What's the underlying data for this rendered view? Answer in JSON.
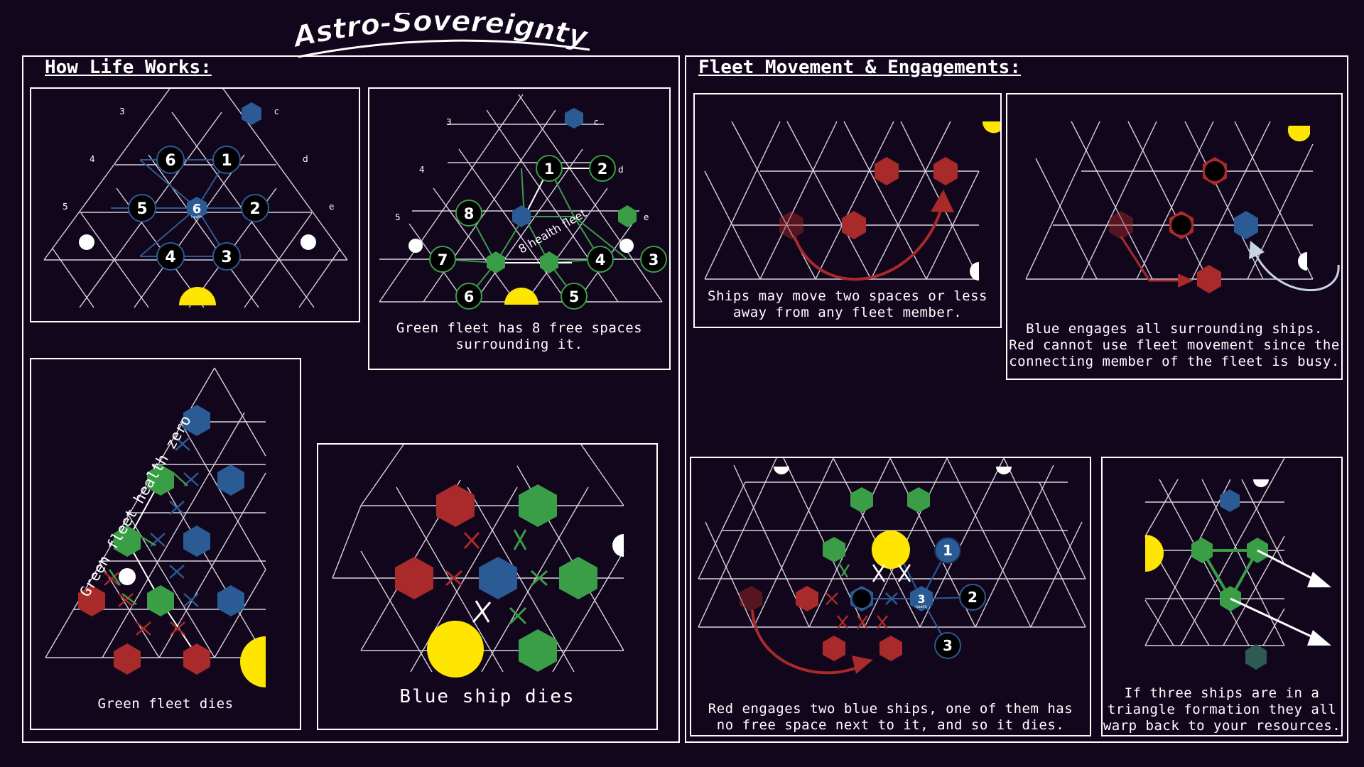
{
  "title": "Astro-Sovereignty",
  "left_section": {
    "title": "How Life Works:",
    "panel1": {
      "corner_labels": [
        "3",
        "4",
        "5",
        "c",
        "d",
        "e"
      ],
      "nodes": [
        "6",
        "1",
        "5",
        "6",
        "2",
        "4",
        "3"
      ],
      "center_sub": "health"
    },
    "panel2": {
      "corner_labels": [
        "3",
        "4",
        "5",
        "c",
        "d",
        "e"
      ],
      "nodes": [
        "1",
        "2",
        "8",
        "7",
        "4",
        "3",
        "6",
        "5"
      ],
      "health_label": "8 health fleet",
      "caption": "Green fleet has 8 free spaces\nsurrounding it."
    },
    "panel3": {
      "rotated_label": "Green fleet health zero",
      "caption": "Green fleet dies"
    },
    "panel4": {
      "caption": "Blue ship dies"
    }
  },
  "right_section": {
    "title": "Fleet Movement & Engagements:",
    "panel5": {
      "caption": "Ships may move two spaces or less\naway from any fleet member."
    },
    "panel6": {
      "caption": "Blue engages all surrounding ships.\nRed cannot use fleet movement since the\nconnecting member of the fleet is busy."
    },
    "panel7": {
      "nodes": [
        "1",
        "2",
        "3",
        "3"
      ],
      "center_sub": "health",
      "caption": "Red engages two blue ships, one of them has\nno free space next to it, and so it dies."
    },
    "panel8": {
      "caption": "If three ships are in a\ntriangle formation they all\nwarp back to your resources."
    }
  },
  "colors": {
    "background": "#12061c",
    "blue": "#2b5b94",
    "green": "#3a9e46",
    "red": "#a82a2a",
    "yellow": "#ffe600",
    "grid": "#d8d2dc",
    "text": "#ffffff"
  }
}
